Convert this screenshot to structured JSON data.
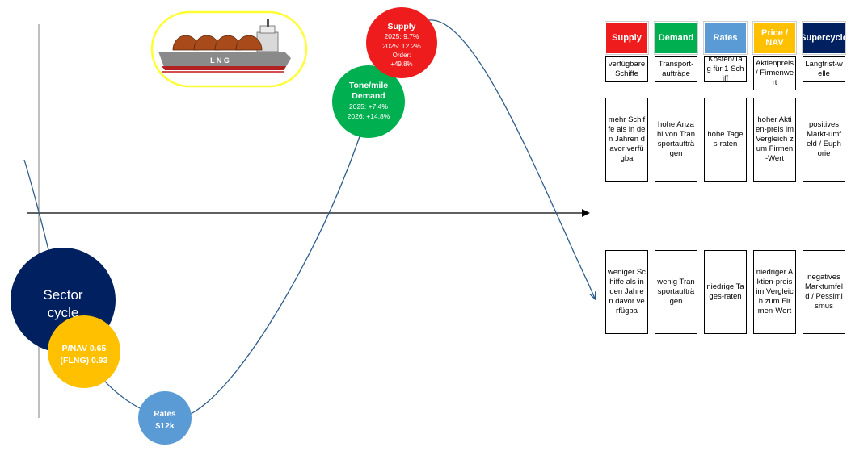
{
  "colors": {
    "supply": "#ee1c1c",
    "demand": "#00b050",
    "rates": "#5b9bd5",
    "price": "#ffc000",
    "supercycle": "#002060",
    "curve": "#2e5c8a",
    "ship_frame": "#ffff33"
  },
  "bubbles": {
    "sector": {
      "line1": "Sector",
      "line2": "cycle"
    },
    "pnav": {
      "line1": "P/NAV 0.65",
      "line2": "(FLNG) 0.93"
    },
    "rates": {
      "line1": "Rates",
      "line2": "$12k"
    },
    "demand": {
      "line1": "Tone/mile",
      "line2": "Demand",
      "line3": "2025:  +7.4%",
      "line4": "2026: +14.8%"
    },
    "supply": {
      "line1": "Supply",
      "line2": "2025: 9.7%",
      "line3": "2025: 12.2%",
      "line4": "Order:",
      "line5": "+49.8%"
    }
  },
  "ship": {
    "hull_text": "L N G",
    "icon": "lng-tanker-icon"
  },
  "table": {
    "headers": [
      "Supply",
      "Demand",
      "Rates",
      "Price / NAV",
      "Supercycle"
    ],
    "definitions": [
      "verfügbare Schiffe",
      "Transport-aufträge",
      "Kosten/Tag für 1 Schiff",
      "Aktienpreis / Firmenwert",
      "Langfrist-welle"
    ],
    "high": [
      "mehr Schiffe als in den Jahren davor verfügba",
      "hohe Anzahl von Transportaufträgen",
      "hohe Tages-raten",
      "hoher Aktien-preis im Vergleich zum Firmen-Wert",
      "positives Markt-umfeld / Euphorie"
    ],
    "low": [
      "weniger Schiffe als in den Jahren davor verfügba",
      "wenig Transportaufträgen",
      "niedrige Tages-raten",
      "niedriger Aktien-preis im Vergleich zum Firmen-Wert",
      "negatives Marktumfeld / Pessimismus"
    ]
  }
}
